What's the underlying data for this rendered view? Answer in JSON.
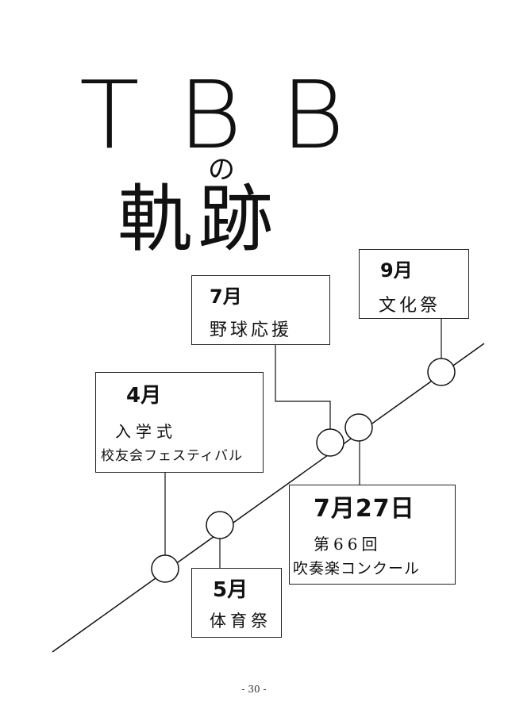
{
  "title": {
    "main": "TBB",
    "particle": "の",
    "sub": "軌跡"
  },
  "events": [
    {
      "month": "4月",
      "lines": [
        "入学式",
        "校友会フェスティバル"
      ]
    },
    {
      "month": "5月",
      "lines": [
        "体育祭"
      ]
    },
    {
      "month": "7月",
      "lines": [
        "野球応援"
      ]
    },
    {
      "month": "7月27日",
      "lines": [
        "第66回",
        "吹奏楽コンクール"
      ]
    },
    {
      "month": "9月",
      "lines": [
        "文化祭"
      ]
    }
  ],
  "page_number": "- 30 -"
}
